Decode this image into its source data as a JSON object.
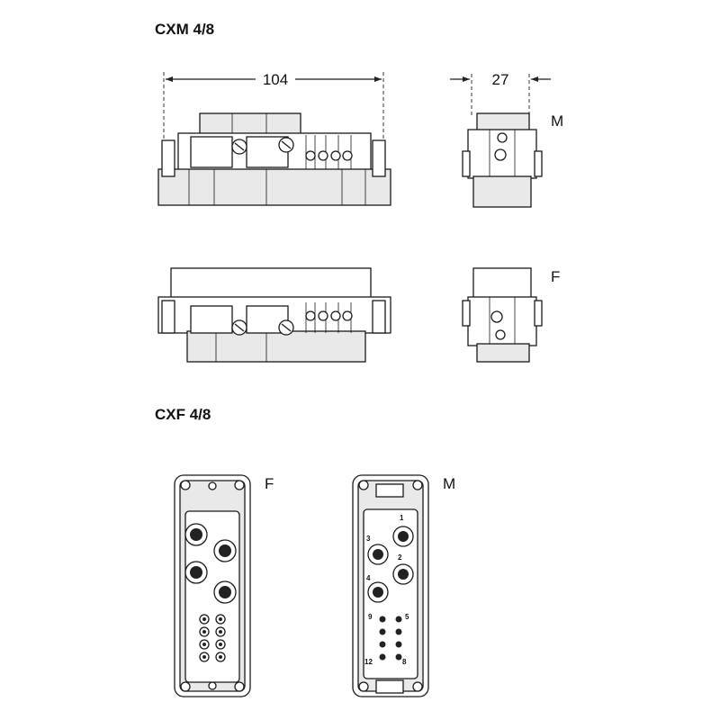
{
  "titles": {
    "top": "CXM 4/8",
    "bottom": "CXF 4/8"
  },
  "dimensions": {
    "width": "104",
    "depth": "27"
  },
  "labels": {
    "side_top": "M",
    "side_bottom": "F",
    "face_left": "F",
    "face_right": "M"
  },
  "pin_numbers": [
    "1",
    "2",
    "3",
    "4",
    "5",
    "8",
    "9",
    "12"
  ]
}
